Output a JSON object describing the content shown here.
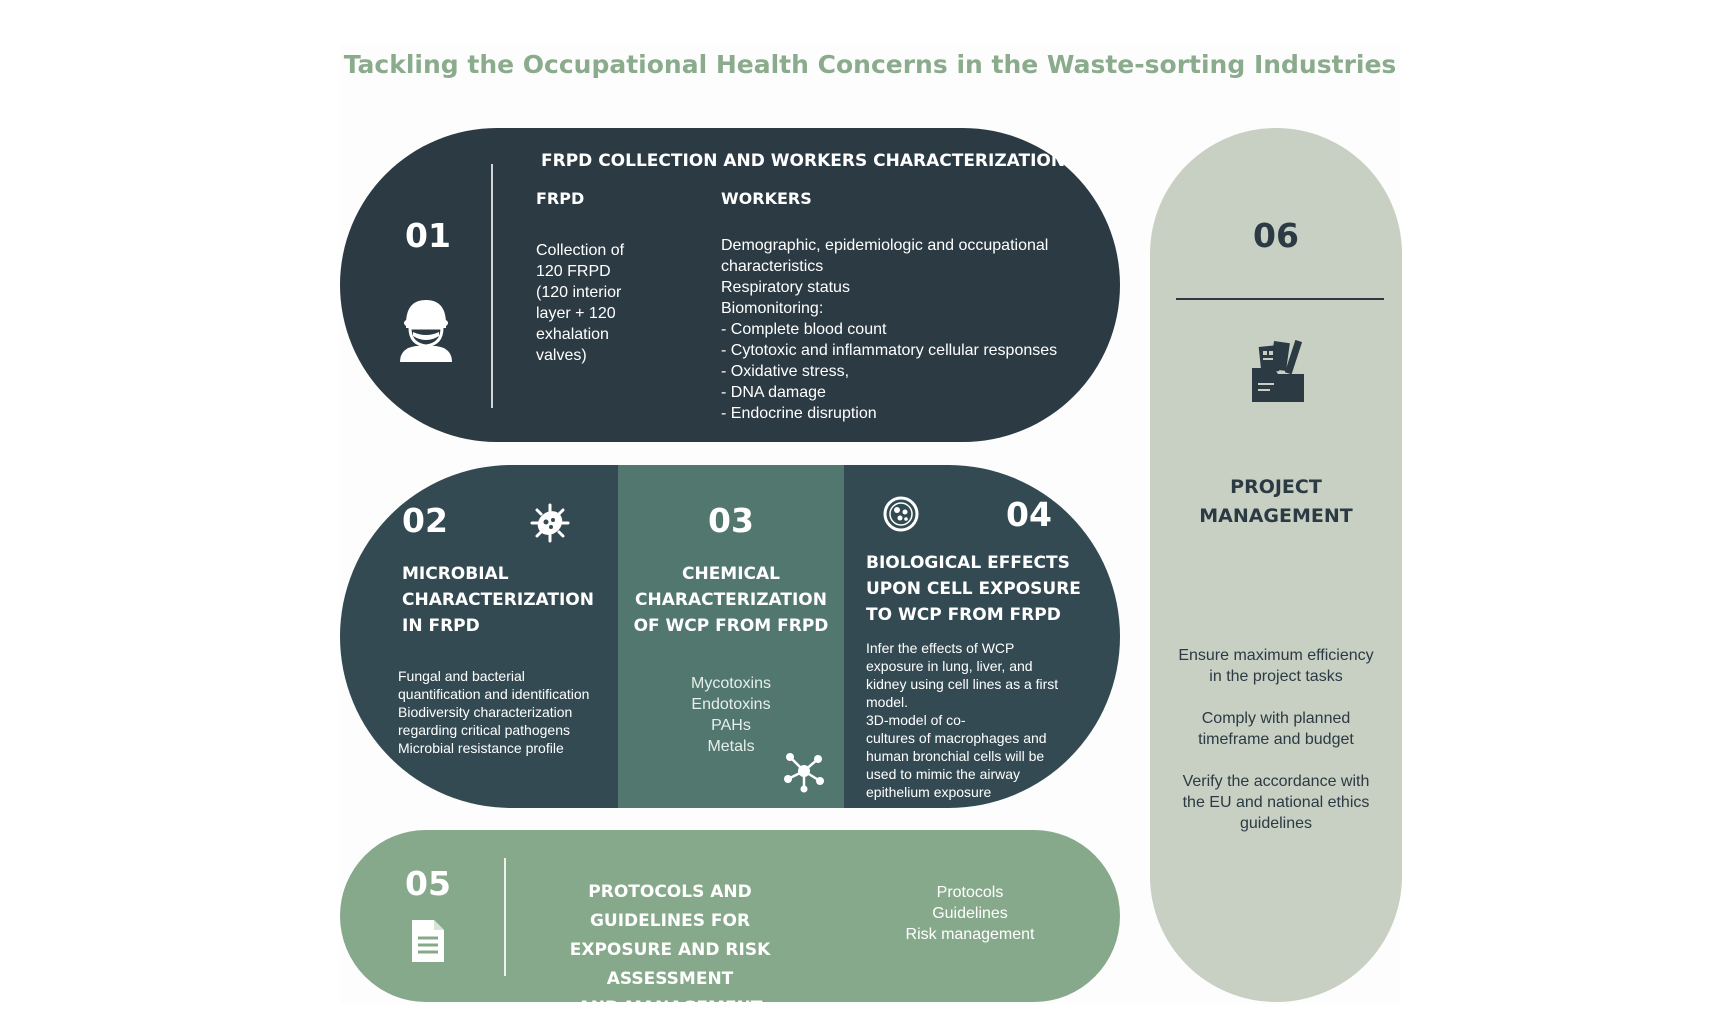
{
  "title": "Tackling the Occupational Health Concerns in the Waste-sorting Industries",
  "colors": {
    "title": "#8aab8c",
    "dark_panel": "#2c3a44",
    "teal_dark": "#334a52",
    "teal_mid": "#52776f",
    "sage": "#87a98b",
    "light_sage": "#c8cfc3"
  },
  "box01": {
    "number": "01",
    "icon": "masked-worker-icon",
    "heading": "FRPD COLLECTION AND WORKERS CHARACTERIZATION",
    "frpd_label": "FRPD",
    "frpd_lines": [
      "Collection of",
      "120 FRPD",
      "(120 interior",
      "layer + 120",
      "exhalation",
      "valves)"
    ],
    "workers_label": "WORKERS",
    "workers_lines": [
      "Demographic, epidemiologic and occupational",
      "characteristics",
      "Respiratory status",
      "Biomonitoring:",
      "- Complete blood count",
      "- Cytotoxic and inflammatory cellular responses",
      "- Oxidative stress,",
      "- DNA damage",
      "- Endocrine disruption"
    ]
  },
  "box02": {
    "number": "02",
    "icon": "bacteria-icon",
    "heading": [
      "MICROBIAL",
      "CHARACTERIZATION",
      "IN FRPD"
    ],
    "lines": [
      "Fungal and bacterial",
      "quantification and identification",
      "Biodiversity characterization",
      "regarding critical pathogens",
      "Microbial resistance profile"
    ]
  },
  "box03": {
    "number": "03",
    "icon": "molecule-icon",
    "heading": [
      "CHEMICAL",
      "CHARACTERIZATION",
      "OF WCP FROM FRPD"
    ],
    "lines": [
      "Mycotoxins",
      "Endotoxins",
      "PAHs",
      "Metals"
    ]
  },
  "box04": {
    "number": "04",
    "icon": "petri-dish-icon",
    "heading": [
      "BIOLOGICAL EFFECTS",
      "UPON CELL EXPOSURE",
      "TO WCP FROM FRPD"
    ],
    "lines": [
      "Infer the effects of WCP",
      "exposure in lung, liver, and",
      "kidney using cell lines as a first",
      "model.",
      "3D-model of co-",
      "cultures of macrophages and",
      "human bronchial cells will be",
      "used to mimic the airway",
      "epithelium exposure"
    ]
  },
  "box05": {
    "number": "05",
    "icon": "document-icon",
    "heading": [
      "PROTOCOLS AND GUIDELINES FOR",
      "EXPOSURE AND RISK ASSESSMENT",
      "AND MANAGEMENT"
    ],
    "lines": [
      "Protocols",
      "Guidelines",
      "Risk management"
    ]
  },
  "box06": {
    "number": "06",
    "icon": "folder-documents-icon",
    "heading": [
      "PROJECT",
      "MANAGEMENT"
    ],
    "paragraphs": [
      [
        "Ensure maximum efficiency",
        "in the project tasks"
      ],
      [
        "Comply with planned",
        "timeframe and budget"
      ],
      [
        "Verify the accordance with",
        "the EU and national ethics",
        "guidelines"
      ]
    ]
  }
}
